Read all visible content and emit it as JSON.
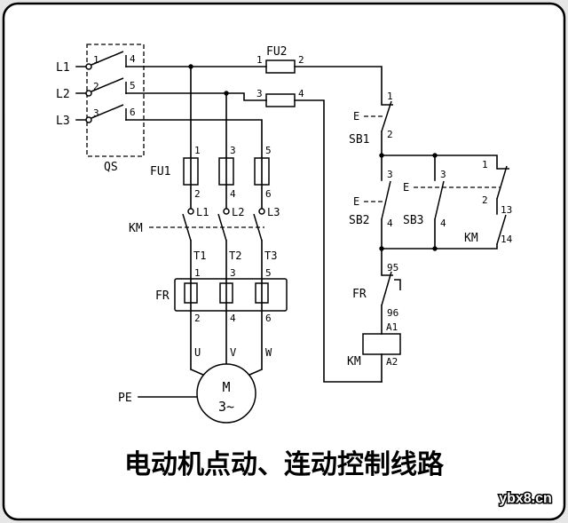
{
  "title": "电动机点动、连动控制线路",
  "watermark": "ybx8.cn",
  "power_circuit": {
    "phases": {
      "l1": "L1",
      "l2": "L2",
      "l3": "L3"
    },
    "qs": {
      "label": "QS",
      "terminals": {
        "t1": "1",
        "t2": "2",
        "t3": "3",
        "t4": "4",
        "t5": "5",
        "t6": "6"
      }
    },
    "fu1": {
      "label": "FU1",
      "terminals": {
        "t1": "1",
        "t2": "2",
        "t3": "3",
        "t4": "4",
        "t5": "5",
        "t6": "6"
      }
    },
    "km": {
      "label": "KM",
      "in": {
        "l1": "L1",
        "l2": "L2",
        "l3": "L3"
      },
      "out": {
        "t1": "T1",
        "t2": "T2",
        "t3": "T3"
      }
    },
    "fr": {
      "label": "FR",
      "terminals": {
        "t1": "1",
        "t2": "2",
        "t3": "3",
        "t4": "4",
        "t5": "5",
        "t6": "6"
      }
    },
    "motor": {
      "label": "M",
      "phase": "3~",
      "pe": "PE",
      "terminals": {
        "u": "U",
        "v": "V",
        "w": "W"
      }
    }
  },
  "control_circuit": {
    "fu2": {
      "label": "FU2",
      "t1": "1",
      "t2": "2",
      "t3": "3",
      "t4": "4"
    },
    "sb1": {
      "label": "SB1",
      "actuator": "E",
      "t1": "1",
      "t2": "2"
    },
    "sb2": {
      "label": "SB2",
      "actuator": "E",
      "t3": "3",
      "t4": "4"
    },
    "sb3": {
      "label": "SB3",
      "actuator": "E",
      "t3": "3",
      "t4": "4",
      "nc": {
        "t1": "1",
        "t2": "2"
      }
    },
    "km_aux": {
      "label": "KM",
      "t13": "13",
      "t14": "14"
    },
    "fr_contact": {
      "label": "FR",
      "t95": "95",
      "t96": "96"
    },
    "km_coil": {
      "label": "KM",
      "a1": "A1",
      "a2": "A2"
    }
  },
  "colors": {
    "line": "#000000",
    "background": "#ffffff"
  }
}
